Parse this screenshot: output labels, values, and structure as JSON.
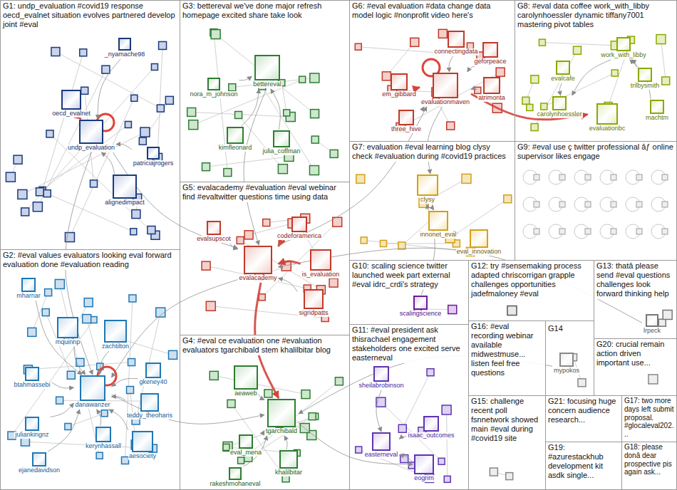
{
  "diagram": {
    "nodes": [
      {
        "text": [
          "G1: undp_evaluation #covid19 response oecd_evalnet situation evolves partnered develop joint #eval"
        ]
      },
      {
        "text": [
          "G3: bettereval we've done major refresh homepage excited share take look"
        ]
      },
      {
        "text": [
          "G6: #eval evaluation #data change data model logic #nonprofit video here's"
        ]
      },
      {
        "text": [
          "G8: #eval data coffee work_with_libby carolynhoessler dynamic tiffany7001 mastering pivot tables"
        ]
      },
      {
        "text": [
          "G5: evalacademy #evaluation #eval webinar find #evaltwitter questions time using data"
        ]
      },
      {
        "text": [
          "G7: evaluation #eval learning blog clysy check #evaluation during #covid19 practices"
        ]
      },
      {
        "text": [
          "G9: #eval use ç twitter professional âƒ online supervisor likes engage"
        ]
      },
      {
        "text": [
          "G2: #eval values evaluators looking eval forward evaluation done #evaluation reading"
        ]
      },
      {
        "text": [
          "G4: #eval ce evaluation one #evaluation evaluators tgarchibald stem khalilbitar blog"
        ]
      },
      {
        "text": [
          "G10: scaling science twitter launched week part external #eval idrc_crdi's strategy"
        ]
      },
      {
        "text": [
          "G12: try #sensemaking process adapted chriscorrigan grapple challenges opportunities jadefmaloney #eval"
        ]
      },
      {
        "text": [
          "G13: thatâ please send #eval questions challenges look forward thinking help"
        ]
      },
      {
        "text": [
          "G11: #eval president ask thisrachael engagement stakeholders one excited serve easterneval"
        ]
      },
      {
        "text": [
          "G16: #eval recording webinar available midwestmuse... listen feel free questions"
        ]
      },
      {
        "text": [
          "G14"
        ]
      },
      {
        "text": [
          "G20: crucial remain action driven important use..."
        ]
      },
      {
        "text": [
          "G15: challenge recent poll fsnnetwork showed main #eval during #covid19 site"
        ]
      },
      {
        "text": [
          "G21: focusing huge concern audience research..."
        ]
      },
      {
        "text": [
          "G17: two more days left submit proposal. #glocaleval202..."
        ]
      },
      {
        "text": [
          "G19: #azurestackhub development kit asdk single..."
        ]
      },
      {
        "text": [
          "G18: please donâ dear prospective pis again ask..."
        ]
      },
      {
        "text": [
          "_nyamache98"
        ],
        "in": 0
      },
      {
        "text": [
          "oecd_evalnet"
        ],
        "in": 0
      },
      {
        "text": [
          "undp_evaluation"
        ],
        "in": 0
      },
      {
        "text": [
          "alignedimpact"
        ],
        "in": 0
      },
      {
        "text": [
          "patriciajrogers"
        ],
        "in": 0
      },
      {
        "text": [
          "nora_m_johnson"
        ],
        "in": 1
      },
      {
        "text": [
          "bettereval"
        ],
        "in": 1
      },
      {
        "text": [
          "kimfleonard"
        ],
        "in": 1
      },
      {
        "text": [
          "julia_coffman"
        ],
        "in": 1
      },
      {
        "text": [
          "connectingdata"
        ],
        "in": 2
      },
      {
        "text": [
          "em_gibbard"
        ],
        "in": 2
      },
      {
        "text": [
          "evaluationmaven"
        ],
        "in": 2
      },
      {
        "text": [
          "atrimonta"
        ],
        "in": 2
      },
      {
        "text": [
          "three_hive"
        ],
        "in": 2
      },
      {
        "text": [
          "geforpeace"
        ],
        "in": 2
      },
      {
        "text": [
          "work_with_libby"
        ],
        "in": 3
      },
      {
        "text": [
          "trilbysmith"
        ],
        "in": 3
      },
      {
        "text": [
          "evalcafe"
        ],
        "in": 3
      },
      {
        "text": [
          "carolynhoessler"
        ],
        "in": 3
      },
      {
        "text": [
          "evaluationbc"
        ],
        "in": 3
      },
      {
        "text": [
          "machtm"
        ],
        "in": 3
      },
      {
        "text": [
          "evalsupscot"
        ],
        "in": 4
      },
      {
        "text": [
          "evalacademy"
        ],
        "in": 4
      },
      {
        "text": [
          "codeforamerica"
        ],
        "in": 4
      },
      {
        "text": [
          "is_evaluation"
        ],
        "in": 4
      },
      {
        "text": [
          "sigridpatts"
        ],
        "in": 4
      },
      {
        "text": [
          "clysy"
        ],
        "in": 5
      },
      {
        "text": [
          "innonet_eval"
        ],
        "in": 5
      },
      {
        "text": [
          "eval_innovation"
        ],
        "in": 5
      },
      {
        "text": [
          "mharnar"
        ],
        "in": 7
      },
      {
        "text": [
          "mquinnp"
        ],
        "in": 7
      },
      {
        "text": [
          "zachtilton"
        ],
        "in": 7
      },
      {
        "text": [
          "btahmassebi"
        ],
        "in": 7
      },
      {
        "text": [
          "gkeney40"
        ],
        "in": 7
      },
      {
        "text": [
          "teddy_theoharis"
        ],
        "in": 7
      },
      {
        "text": [
          "danawanzer"
        ],
        "in": 7
      },
      {
        "text": [
          "kerynhassall"
        ],
        "in": 7
      },
      {
        "text": [
          "aesociety"
        ],
        "in": 7
      },
      {
        "text": [
          "juliankingnz"
        ],
        "in": 7
      },
      {
        "text": [
          "ejanedavidson"
        ],
        "in": 7
      },
      {
        "text": [
          "aeaweb"
        ],
        "in": 8
      },
      {
        "text": [
          "tgarchibald"
        ],
        "in": 8
      },
      {
        "text": [
          "eval_mena"
        ],
        "in": 8
      },
      {
        "text": [
          "khalilbitar"
        ],
        "in": 8
      },
      {
        "text": [
          "rakeshmohaneval"
        ],
        "in": 8
      },
      {
        "text": [
          "scalingscience"
        ],
        "in": 9
      },
      {
        "text": [
          "lrpeck"
        ],
        "in": 11
      },
      {
        "text": [
          "sheilabrobinson"
        ],
        "in": 12
      },
      {
        "text": [
          "isaac_outcomes"
        ],
        "in": 12
      },
      {
        "text": [
          "easterneval"
        ],
        "in": 12
      },
      {
        "text": [
          "eogrim"
        ],
        "in": 12
      },
      {
        "text": [
          "mypokos"
        ],
        "in": 14
      }
    ],
    "edges": [
      {
        "from": 22,
        "to": 23,
        "arrow": "to"
      },
      {
        "from": 21,
        "to": 23,
        "arrow": "to"
      },
      {
        "from": 24,
        "to": 23,
        "arrow": "to"
      },
      {
        "from": 25,
        "to": 23,
        "arrow": "to"
      },
      {
        "from": 23,
        "to": 43,
        "arrow": "to"
      },
      {
        "from": 26,
        "to": 27,
        "arrow": "to"
      },
      {
        "from": 28,
        "to": 27,
        "arrow": "to"
      },
      {
        "from": 29,
        "to": 27,
        "arrow": "to"
      },
      {
        "from": 27,
        "to": 43,
        "arrow": "to"
      },
      {
        "from": 44,
        "to": 43,
        "arrow": "to"
      },
      {
        "from": 45,
        "to": 43,
        "arrow": "to"
      },
      {
        "from": 42,
        "to": 43,
        "arrow": "to"
      },
      {
        "from": 46,
        "to": 43,
        "arrow": "to"
      },
      {
        "from": 43,
        "to": 62,
        "arrow": "to"
      },
      {
        "from": 43,
        "to": 56,
        "arrow": "to"
      },
      {
        "from": 52,
        "to": 56,
        "arrow": "to"
      },
      {
        "from": 51,
        "to": 56,
        "arrow": "to"
      },
      {
        "from": 54,
        "to": 56,
        "arrow": "to"
      },
      {
        "from": 58,
        "to": 56,
        "arrow": "to"
      },
      {
        "from": 57,
        "to": 56,
        "arrow": "to"
      },
      {
        "from": 59,
        "to": 56,
        "arrow": "to"
      },
      {
        "from": 60,
        "to": 56,
        "arrow": "to"
      },
      {
        "from": 53,
        "to": 56,
        "arrow": "to"
      },
      {
        "from": 50,
        "to": 56,
        "arrow": "to"
      },
      {
        "from": 55,
        "to": 56,
        "arrow": "to"
      },
      {
        "from": 61,
        "to": 62,
        "arrow": "to"
      },
      {
        "from": 64,
        "to": 62,
        "arrow": "to"
      },
      {
        "from": 63,
        "to": 62,
        "arrow": "to"
      },
      {
        "from": 65,
        "to": 62,
        "arrow": "to"
      },
      {
        "from": 56,
        "to": 62,
        "arrow": "to"
      },
      {
        "from": 30,
        "to": 32,
        "arrow": "to"
      },
      {
        "from": 31,
        "to": 32,
        "arrow": "to"
      },
      {
        "from": 33,
        "to": 32,
        "arrow": "to"
      },
      {
        "from": 34,
        "to": 32,
        "arrow": "to"
      },
      {
        "from": 35,
        "to": 32,
        "arrow": "to"
      },
      {
        "from": 32,
        "to": 40,
        "arrow": "to"
      },
      {
        "from": 36,
        "to": 39,
        "arrow": "to"
      },
      {
        "from": 37,
        "to": 36,
        "arrow": "to"
      },
      {
        "from": 38,
        "to": 39,
        "arrow": "to"
      },
      {
        "from": 41,
        "to": 36,
        "arrow": "to"
      },
      {
        "from": 47,
        "to": 48,
        "arrow": "to"
      },
      {
        "from": 49,
        "to": 48,
        "arrow": "to"
      },
      {
        "from": 32,
        "to": 47,
        "arrow": "to"
      },
      {
        "from": 66,
        "to": 47,
        "arrow": "to"
      },
      {
        "from": 43,
        "to": 32,
        "arrow": "to"
      },
      {
        "from": 68,
        "to": 70,
        "arrow": "to"
      },
      {
        "from": 69,
        "to": 70,
        "arrow": "to"
      },
      {
        "from": 71,
        "to": 70,
        "arrow": "to"
      },
      {
        "from": 62,
        "to": 71,
        "arrow": "to"
      },
      {
        "from": 72,
        "to": 62,
        "arrow": "to"
      },
      {
        "from": 67,
        "to": 43,
        "arrow": "to"
      },
      {
        "from": 23,
        "to": 56,
        "arrow": "to"
      }
    ]
  }
}
